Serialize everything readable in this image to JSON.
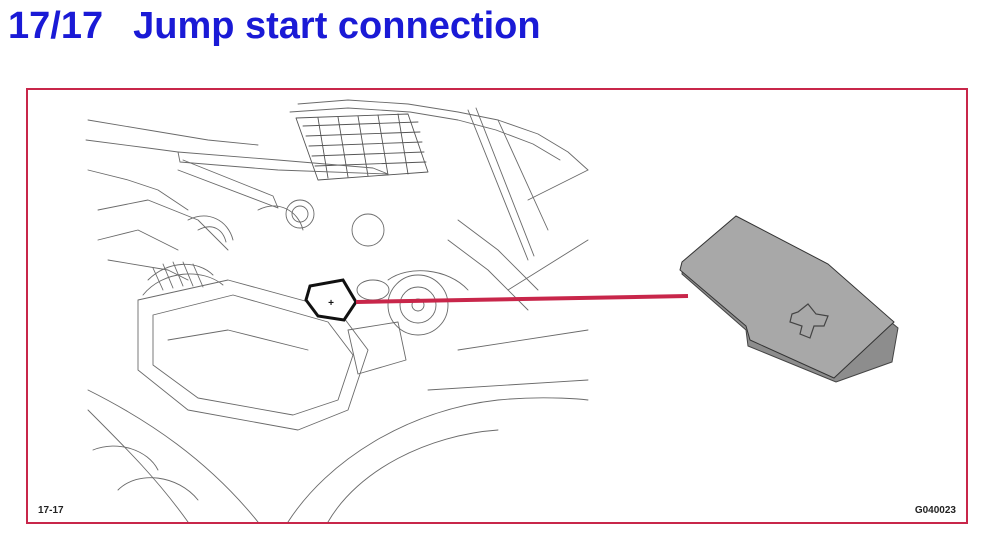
{
  "heading": {
    "number": "17/17",
    "title": "Jump start connection"
  },
  "figure": {
    "label_left": "17-17",
    "label_right": "G040023",
    "callout_symbol": "+",
    "colors": {
      "frame": "#c8264a",
      "leader_line": "#c8264a",
      "heading": "#1a1ad6",
      "cover_fill": "#a8a8a8"
    },
    "icons": [
      "engine-bay-drawing",
      "positive-terminal-cover",
      "plus-symbol-icon"
    ]
  }
}
